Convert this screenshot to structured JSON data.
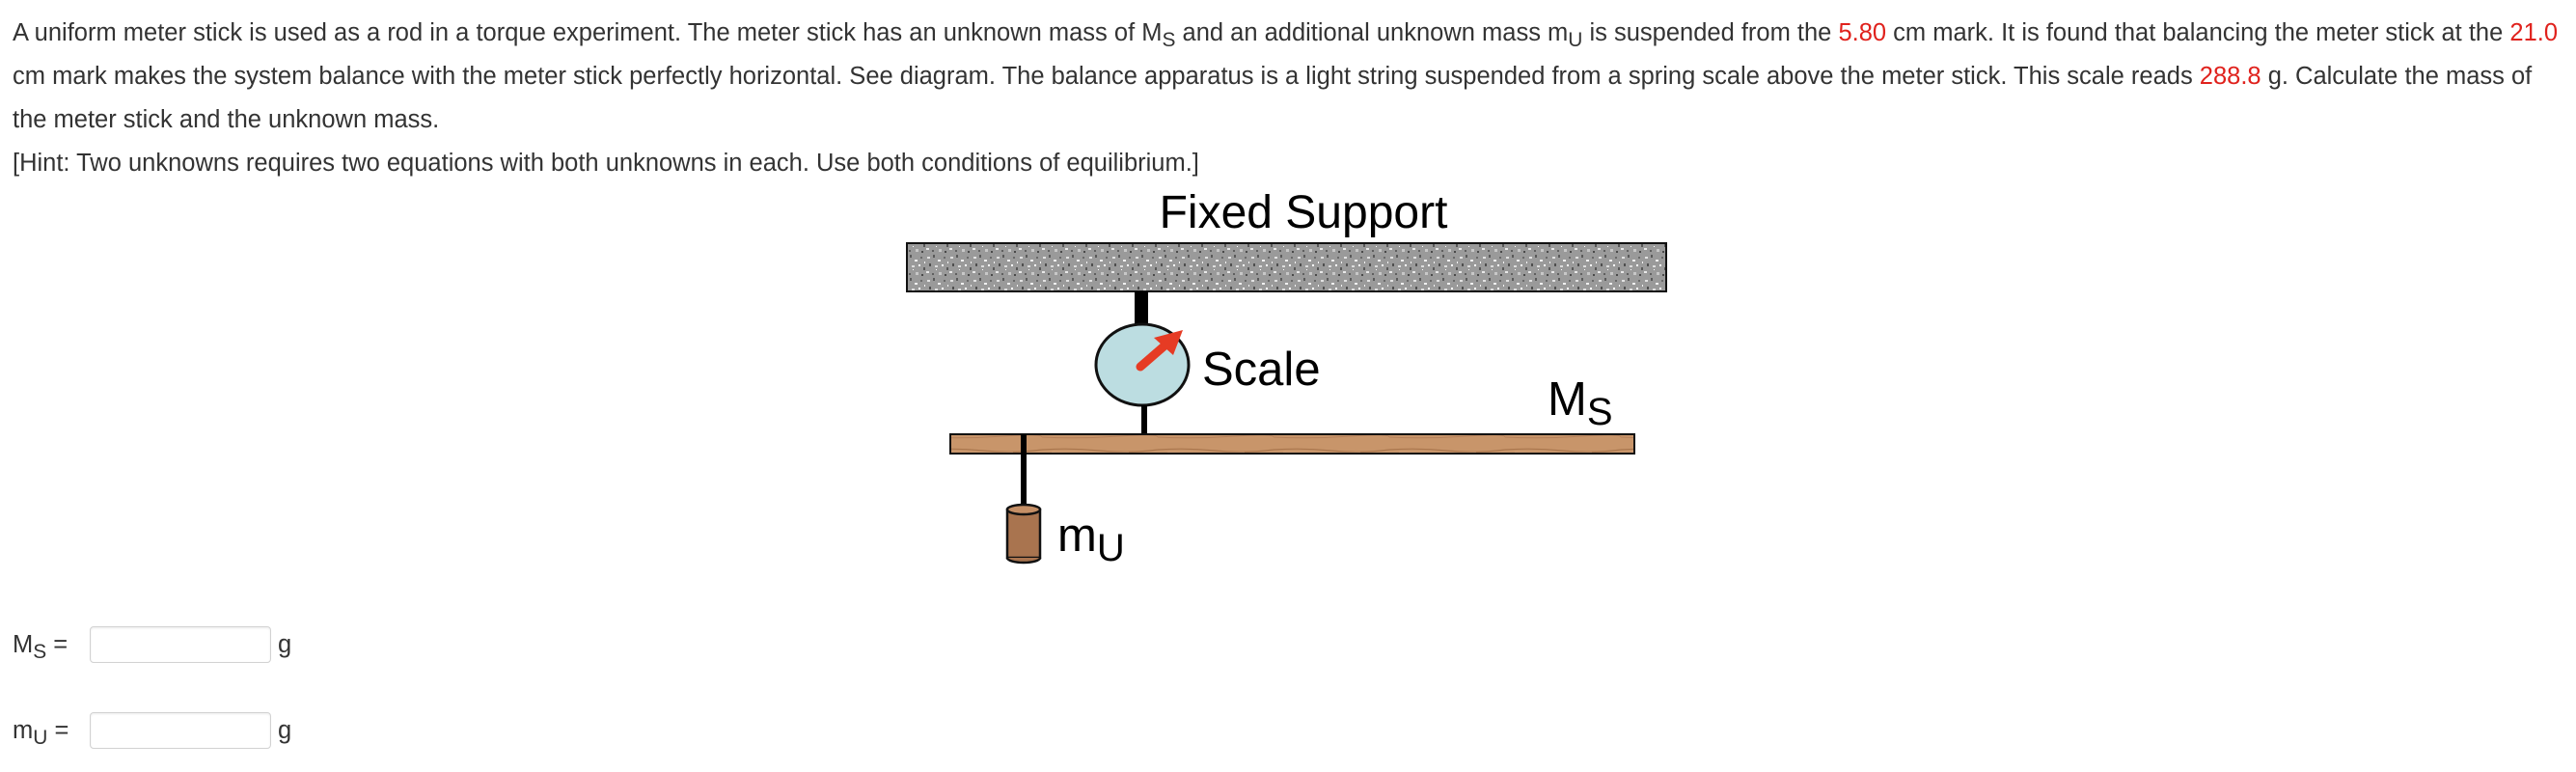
{
  "question": {
    "p1": {
      "t1": "A uniform meter stick is used as a rod in a torque experiment. The meter stick has an unknown mass of M",
      "sub1": "S",
      "t2": " and an additional unknown mass m",
      "sub2": "U",
      "t3": " is suspended from the ",
      "v1": "5.80",
      "t4": " cm mark. It is found that balancing the meter stick at the ",
      "v2": "21.0",
      "t5": " cm mark makes the system balance with the meter stick perfectly horizontal. See diagram. The balance apparatus is a light string suspended from a spring scale above the meter stick. This scale reads ",
      "v3": "288.8",
      "t6": " g. Calculate the mass of the meter stick and the unknown mass."
    },
    "hint": "[Hint: Two unknowns requires two equations with both unknowns in each. Use both conditions of equilibrium.]"
  },
  "diagram": {
    "support_label": "Fixed Support",
    "scale_label": "Scale",
    "stick_mass_label": "M",
    "stick_mass_sub": "S",
    "hanging_mass_label": "m",
    "hanging_mass_sub": "U",
    "colors": {
      "support": "#9a9a9a",
      "scale_face": "#bcdde1",
      "arrow": "#e63b24",
      "stick": "#c8956a",
      "weight": "#a9744f"
    }
  },
  "answers": [
    {
      "label": "M",
      "sub": "S",
      "eq": " =",
      "value": "",
      "placeholder": "",
      "unit": "g"
    },
    {
      "label": "m",
      "sub": "U",
      "eq": " =",
      "value": "",
      "placeholder": "",
      "unit": "g"
    }
  ]
}
